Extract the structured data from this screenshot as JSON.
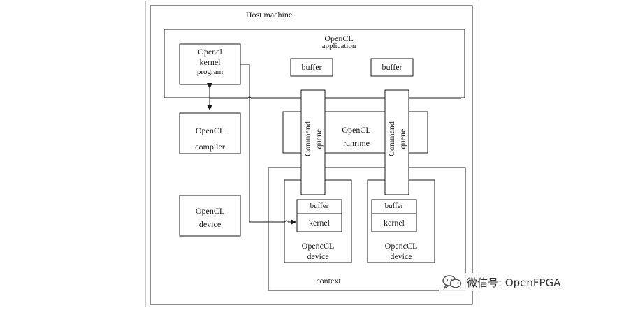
{
  "host": {
    "title": "Host machine"
  },
  "application": {
    "line1": "OpenCL",
    "line2": "application",
    "buffer_left": "buffer",
    "buffer_right": "buffer"
  },
  "kernel_program": {
    "line1": "Opencl",
    "line2": "kernel",
    "line3": "program"
  },
  "compiler": {
    "line1": "OpenCL",
    "line2": "compiler"
  },
  "runtime": {
    "line1": "OpenCL",
    "line2": "runrime"
  },
  "queues": {
    "line1": "Command",
    "line2": "queue"
  },
  "device_host": {
    "line1": "OpenCL",
    "line2": "device"
  },
  "context": {
    "label": "context",
    "devices": [
      {
        "buffer": "buffer",
        "kernel": "kernel",
        "line1": "OpencCL",
        "line2": "device"
      },
      {
        "buffer": "buffer",
        "kernel": "kernel",
        "line1": "OpencCL",
        "line2": "device"
      }
    ]
  },
  "watermark": {
    "text": "微信号: OpenFPGA",
    "icon": "wechat-icon"
  },
  "colors": {
    "stroke": "#1a1a1a",
    "background": "#ffffff"
  }
}
